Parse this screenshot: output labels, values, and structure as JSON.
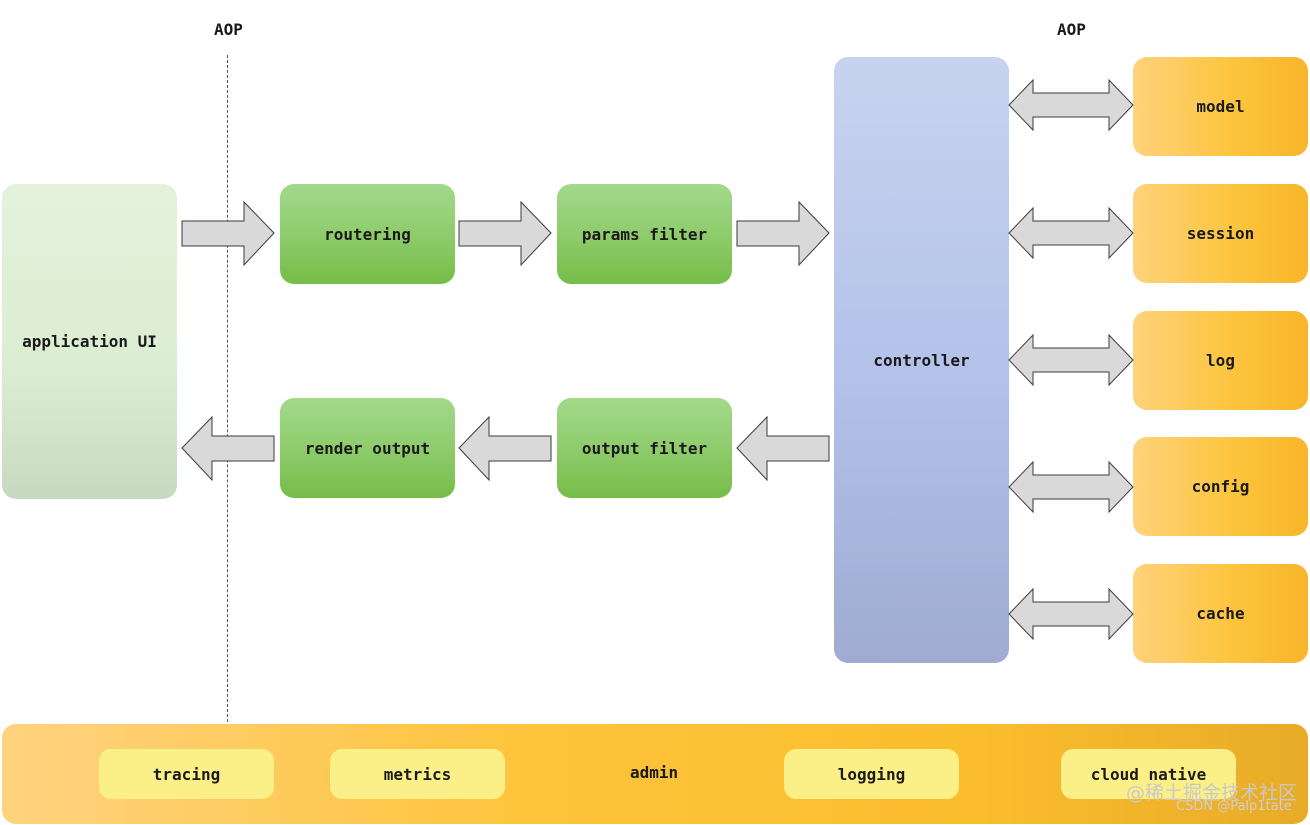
{
  "aop_labels": [
    "AOP",
    "AOP"
  ],
  "app_ui": "application UI",
  "pipeline": {
    "routering": "routering",
    "params_filter": "params filter",
    "render_output": "render output",
    "output_filter": "output filter"
  },
  "controller": "controller",
  "services": [
    "model",
    "session",
    "log",
    "config",
    "cache"
  ],
  "bottom": {
    "items": [
      "tracing",
      "metrics",
      "admin",
      "logging",
      "cloud native"
    ]
  },
  "watermark": {
    "line1": "@稀土掘金技术社区",
    "line2": "CSDN @Palp1tate"
  },
  "colors": {
    "green_box": "#8fcc6d",
    "app_box": "#dbedd1",
    "controller": "#b2c1ea",
    "service_box": "#fdc53f",
    "bottom_bar": "#fec43c",
    "pill": "#fbef87",
    "arrow_fill": "#d9d9d9"
  }
}
